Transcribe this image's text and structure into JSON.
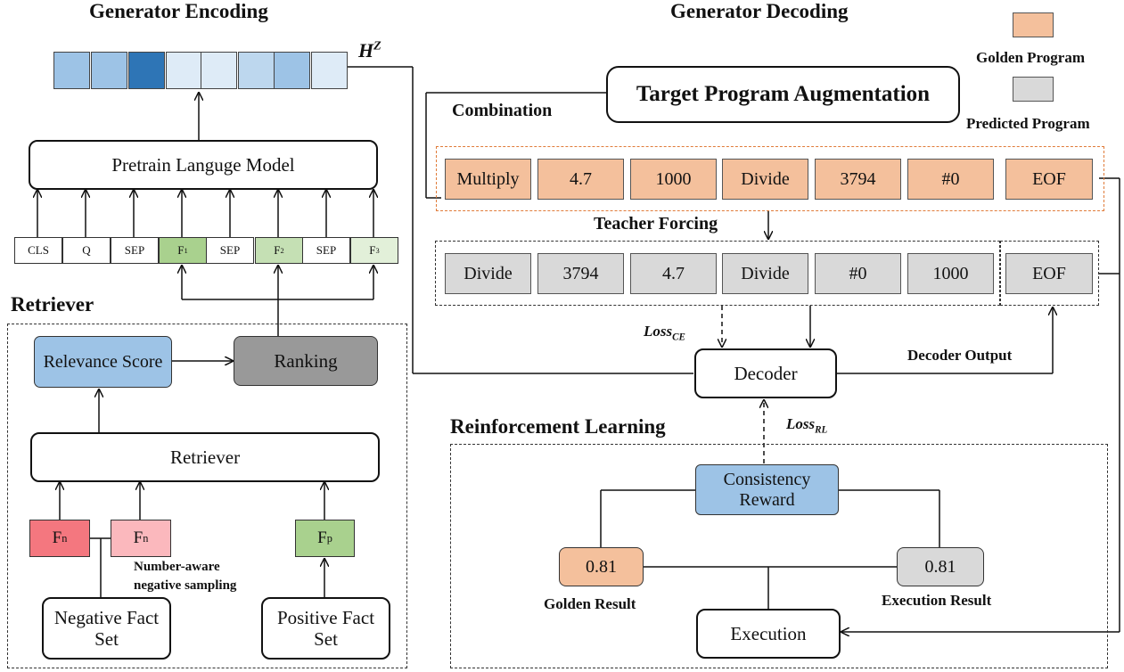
{
  "headers": {
    "generator_encoding": "Generator Encoding",
    "generator_decoding": "Generator Decoding",
    "retriever": "Retriever",
    "reinforcement_learning": "Reinforcement Learning"
  },
  "legend": {
    "golden_program": "Golden Program",
    "predicted_program": "Predicted Program",
    "golden_color": "#f4c09c",
    "predicted_color": "#d9d9d9"
  },
  "encoding": {
    "hz_label_main": "H",
    "hz_label_sup": "Z",
    "cell_colors": [
      "#9dc3e6",
      "#9dc3e6",
      "#2e75b6",
      "#deebf7",
      "#deebf7",
      "#bdd7ee",
      "#9dc3e6",
      "#deebf7"
    ],
    "plm_label": "Pretrain Languge Model",
    "tokens": [
      {
        "main": "CLS",
        "sub": "",
        "color": "#ffffff"
      },
      {
        "main": "Q",
        "sub": "",
        "color": "#ffffff"
      },
      {
        "main": "SEP",
        "sub": "",
        "color": "#ffffff"
      },
      {
        "main": "F",
        "sub": "1",
        "color": "#a9d18e"
      },
      {
        "main": "SEP",
        "sub": "",
        "color": "#ffffff"
      },
      {
        "main": "F",
        "sub": "2",
        "color": "#c5e0b4"
      },
      {
        "main": "SEP",
        "sub": "",
        "color": "#ffffff"
      },
      {
        "main": "F",
        "sub": "3",
        "color": "#e2f0d9"
      }
    ]
  },
  "retriever": {
    "relevance_score": "Relevance Score",
    "ranking": "Ranking",
    "retriever_label": "Retriever",
    "fn1_main": "F",
    "fn1_sub": "n",
    "fn2_main": "F",
    "fn2_sub": "n",
    "fp_main": "F",
    "fp_sub": "p",
    "sampling_label_1": "Number-aware",
    "sampling_label_2": "negative sampling",
    "negative_fact_set": "Negative Fact Set",
    "positive_fact_set": "Positive Fact Set"
  },
  "decoding": {
    "target_augmentation": "Target Program Augmentation",
    "combination": "Combination",
    "golden_program": [
      "Multiply",
      "4.7",
      "1000",
      "Divide",
      "3794",
      "#0",
      "EOF"
    ],
    "teacher_forcing": "Teacher Forcing",
    "predicted_program": [
      "Divide",
      "3794",
      "4.7",
      "Divide",
      "#0",
      "1000",
      "EOF"
    ],
    "loss_ce_main": "Loss",
    "loss_ce_sub": "CE",
    "decoder": "Decoder",
    "decoder_output": "Decoder Output",
    "loss_rl_main": "Loss",
    "loss_rl_sub": "RL"
  },
  "rl": {
    "consistency_reward": "Consistency Reward",
    "golden_value": "0.81",
    "golden_result": "Golden Result",
    "execution_value": "0.81",
    "execution_result": "Execution Result",
    "execution": "Execution"
  }
}
